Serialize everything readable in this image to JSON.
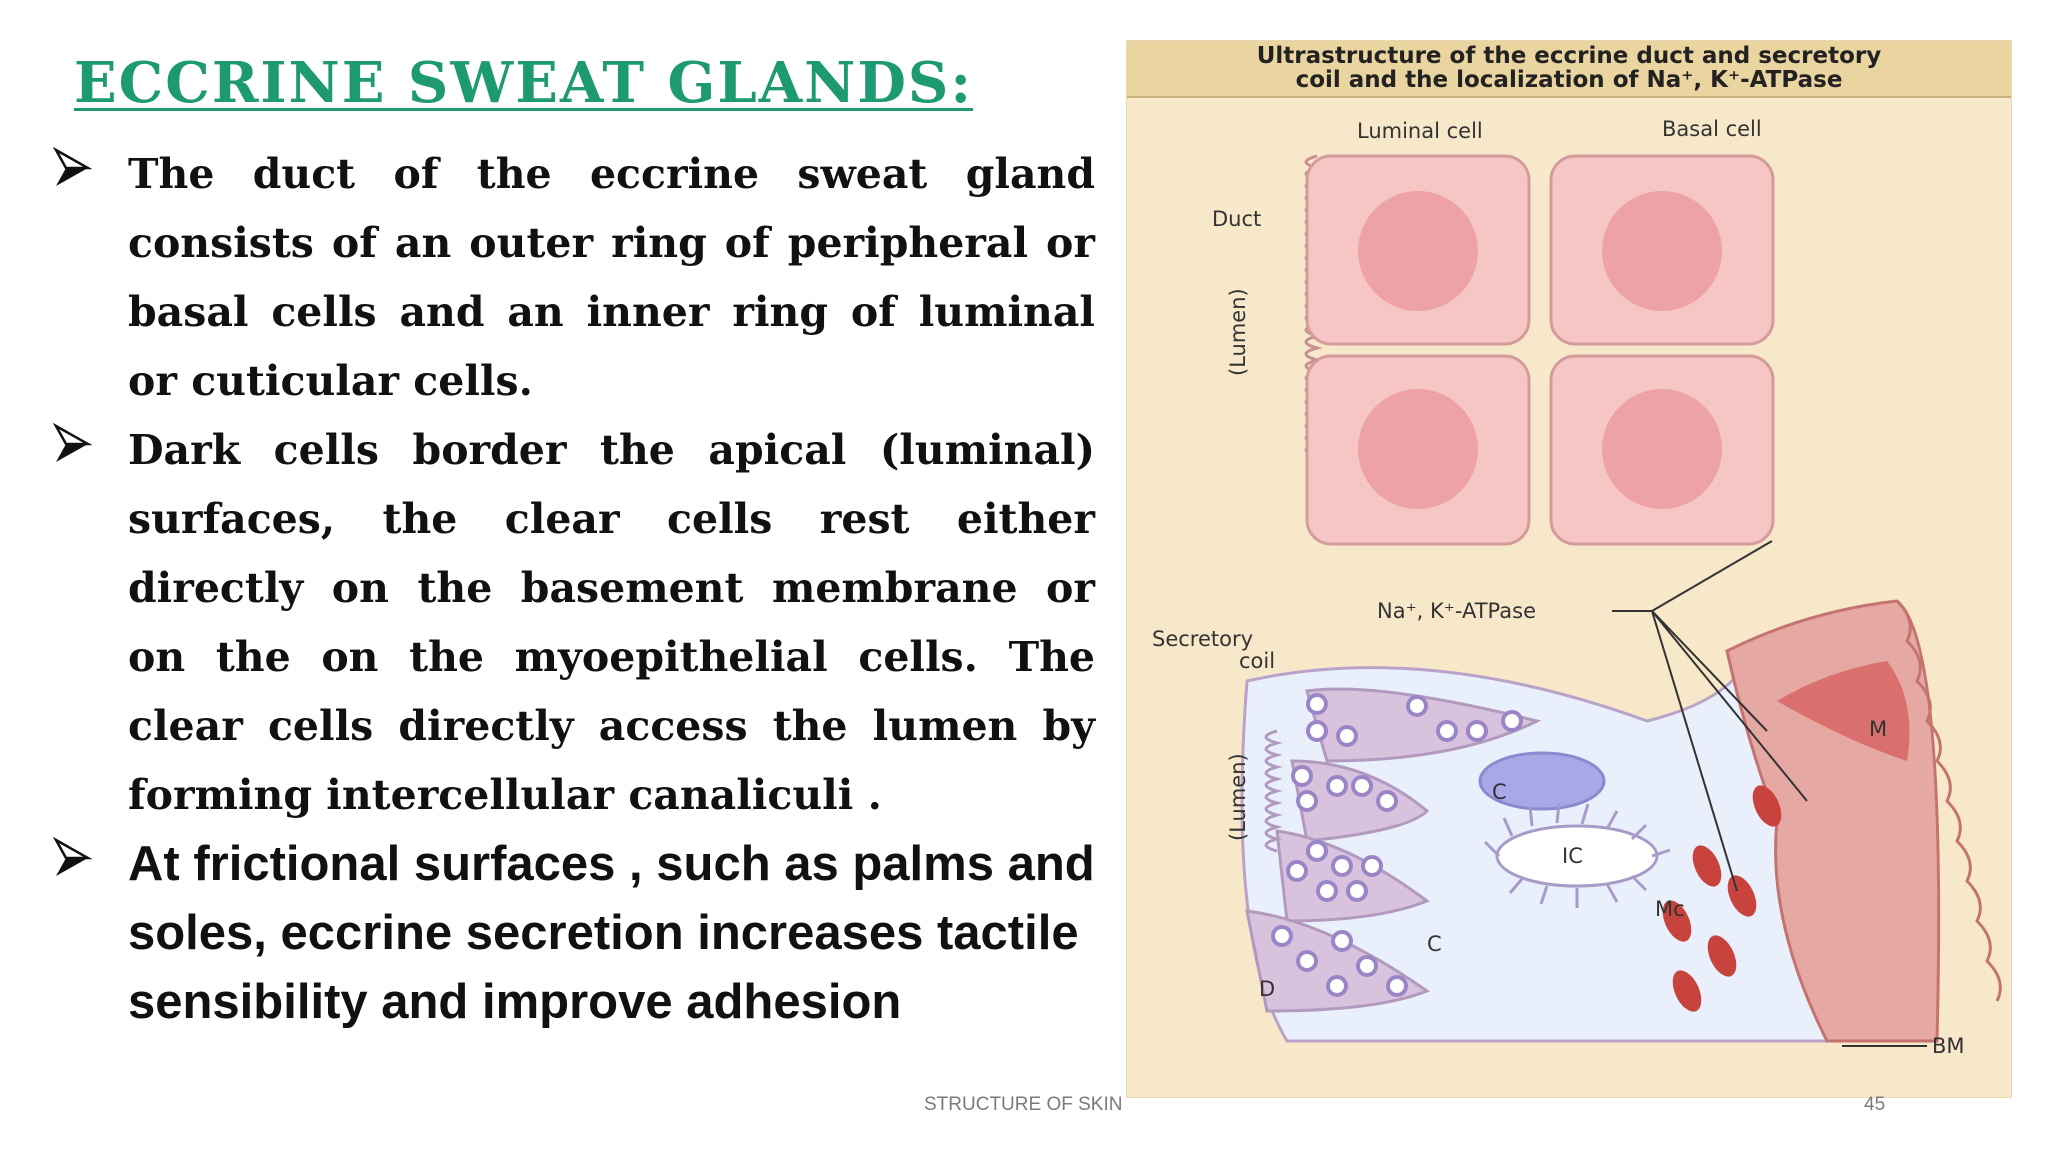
{
  "slide": {
    "title": "ECCRINE SWEAT GLANDS:",
    "bullets": [
      "The duct of the eccrine sweat gland consists of an outer ring of peripheral or basal cells and an inner ring of luminal or cuticular cells.",
      "Dark cells border the apical (luminal) surfaces, the clear cells rest either directly on the basement membrane or on the on the myoepithelial cells. The clear cells directly access the lumen by forming intercellular canaliculi .",
      "At frictional surfaces , such as palms and soles, eccrine secretion increases tactile sensibility and improve adhesion"
    ],
    "footer_text": "STRUCTURE OF SKIN",
    "page_number": "45"
  },
  "figure": {
    "title_line1": "Ultrastructure of the eccrine duct and secretory",
    "title_line2": "coil and the localization of Na⁺, K⁺-ATPase",
    "labels": {
      "luminal_cell": "Luminal cell",
      "basal_cell": "Basal cell",
      "duct": "Duct",
      "lumen_top": "(Lumen)",
      "atpase": "Na⁺, K⁺-ATPase",
      "secretory": "Secretory",
      "coil": "coil",
      "lumen_bottom": "(Lumen)",
      "c1": "C",
      "ic": "IC",
      "m": "M",
      "mc": "Mc",
      "c2": "C",
      "d": "D",
      "bm": "BM"
    }
  },
  "colors": {
    "title_green": "#1e9a73",
    "cell_pink": "#f5c6c4",
    "nucleus_pink": "#eca2a6",
    "dark_cell_purple": "#d8c2de",
    "myoepithelial_red": "#d9706e"
  }
}
